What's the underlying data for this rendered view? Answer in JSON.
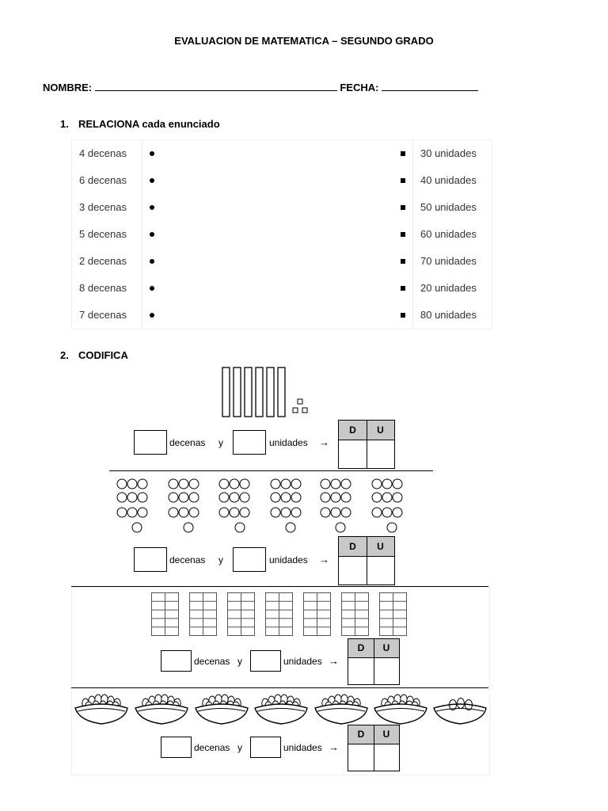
{
  "header": {
    "title": "EVALUACION DE MATEMATICA – SEGUNDO GRADO",
    "name_label": "NOMBRE:",
    "date_label": "FECHA:"
  },
  "section1": {
    "number": "1.",
    "title": "RELACIONA cada enunciado",
    "left": [
      "4 decenas",
      "6 decenas",
      "3 decenas",
      "5 decenas",
      "2 decenas",
      "8 decenas",
      "7 decenas"
    ],
    "right": [
      "30 unidades",
      "40 unidades",
      "50 unidades",
      "60 unidades",
      "70 unidades",
      "20 unidades",
      "80 unidades"
    ]
  },
  "section2": {
    "number": "2.",
    "title": "CODIFICA",
    "decenas_label": "decenas",
    "y_label": "y",
    "unidades_label": "unidades",
    "arrow": "→",
    "d_header": "D",
    "u_header": "U"
  }
}
